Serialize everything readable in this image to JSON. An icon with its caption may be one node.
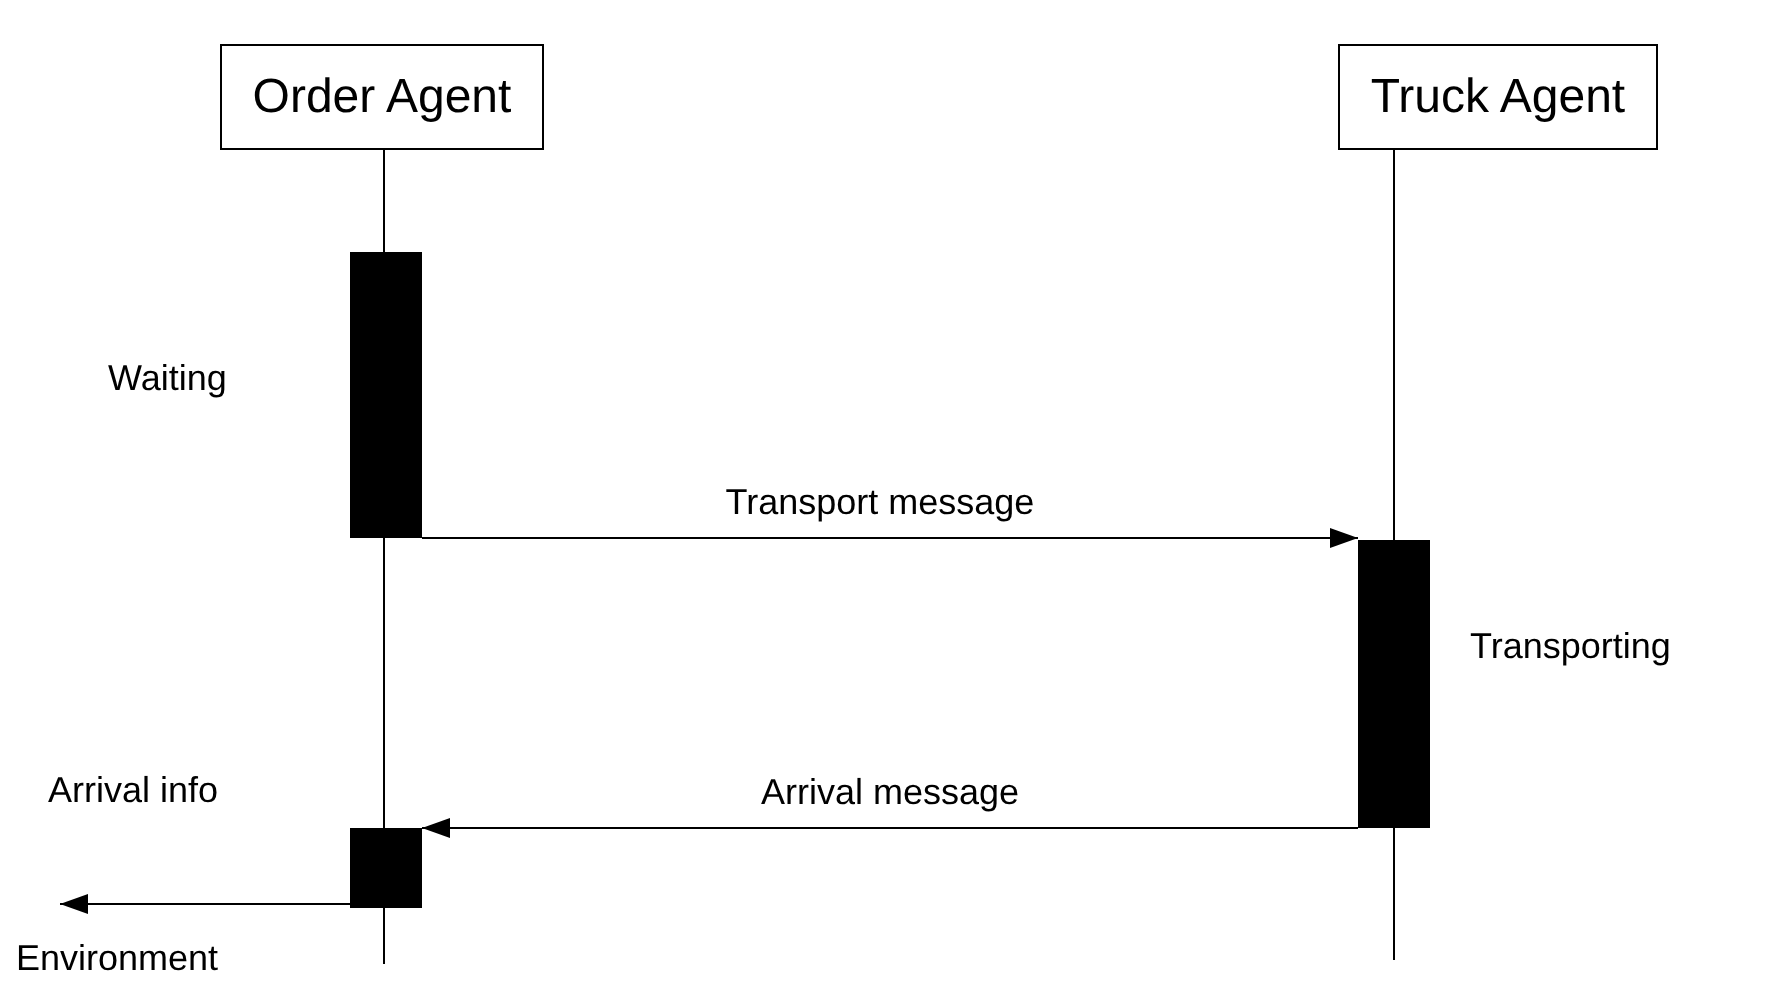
{
  "diagram": {
    "nodes": [
      {
        "text": [
          "Order Agent"
        ]
      },
      {
        "text": [
          "Truck Agent"
        ]
      },
      {
        "text": [],
        "shape": "bar",
        "beside": [
          "Waiting"
        ]
      },
      {
        "text": [],
        "shape": "bar",
        "beside": [
          "Transporting"
        ]
      },
      {
        "text": [],
        "shape": "bar",
        "beside": [
          "Arrival info"
        ]
      },
      {
        "text": [
          "Environment"
        ]
      }
    ],
    "edges": [
      {
        "from": 0,
        "to": 2,
        "arrow": "none"
      },
      {
        "from": 2,
        "to": 4,
        "arrow": "none"
      },
      {
        "from": 1,
        "to": 3,
        "arrow": "none"
      },
      {
        "from": 2,
        "to": 3,
        "arrow": "to",
        "label": "Transport message"
      },
      {
        "from": 3,
        "to": 4,
        "arrow": "to",
        "label": "Arrival message"
      },
      {
        "from": 4,
        "to": 5,
        "arrow": "to"
      }
    ]
  }
}
